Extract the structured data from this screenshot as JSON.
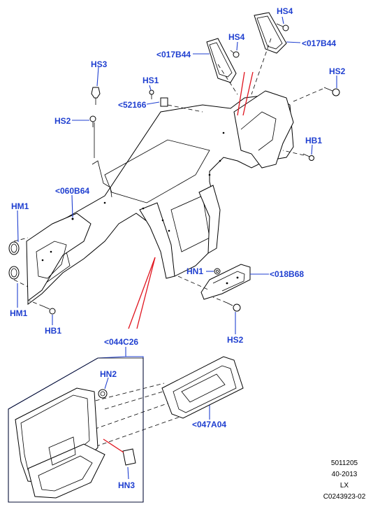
{
  "labels": {
    "hs4_top": "HS4",
    "hs4_mid": "HS4",
    "b017_left": "<017B44",
    "b017_right": "<017B44",
    "hs3": "HS3",
    "hs2_right": "HS2",
    "hs1": "HS1",
    "p52166": "<52166",
    "hs2_left": "HS2",
    "hb1_right": "HB1",
    "c060": "<060B64",
    "hm1_top": "HM1",
    "hn1": "HN1",
    "b018": "<018B68",
    "hm1_bottom": "HM1",
    "hb1_left": "HB1",
    "hs2_bottom": "HS2",
    "c044": "<044C26",
    "hn2": "HN2",
    "a047": "<047A04",
    "hn3": "HN3"
  },
  "reference": {
    "line1": "5011205",
    "line2": "40-2013",
    "line3": "LX",
    "line4": "C0243923-02"
  },
  "colors": {
    "label": "#1f3fd0",
    "callout_red": "#e0141e",
    "line": "#000000"
  }
}
